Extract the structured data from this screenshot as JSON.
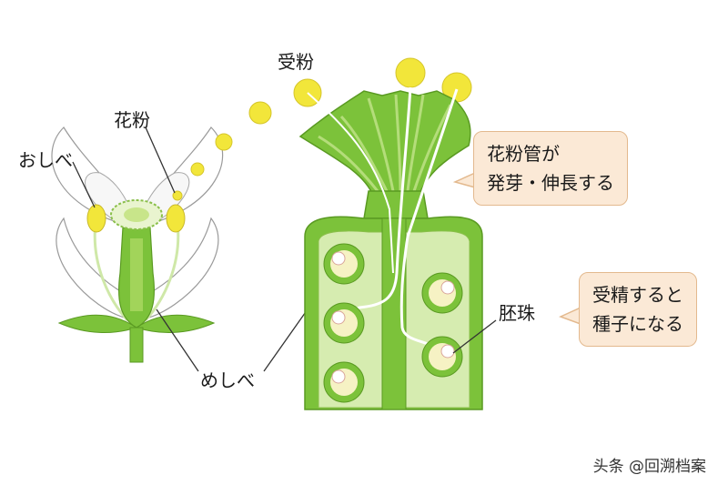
{
  "labels": {
    "oshibe": "おしべ",
    "kafun": "花粉",
    "mesibe": "めしべ",
    "jufun": "受粉",
    "haishu": "胚珠"
  },
  "callouts": {
    "pollen_tube": [
      "花粉管が",
      "発芽・伸長する"
    ],
    "fertilization": [
      "受精すると",
      "種子になる"
    ]
  },
  "watermark": "头条 @回溯档案",
  "colors": {
    "plant_green": "#7cc23a",
    "light_green": "#b4dd7a",
    "pollen_yellow": "#f2e63a",
    "callout_fill": "#fbe9d6",
    "callout_border": "#e3b98e"
  }
}
